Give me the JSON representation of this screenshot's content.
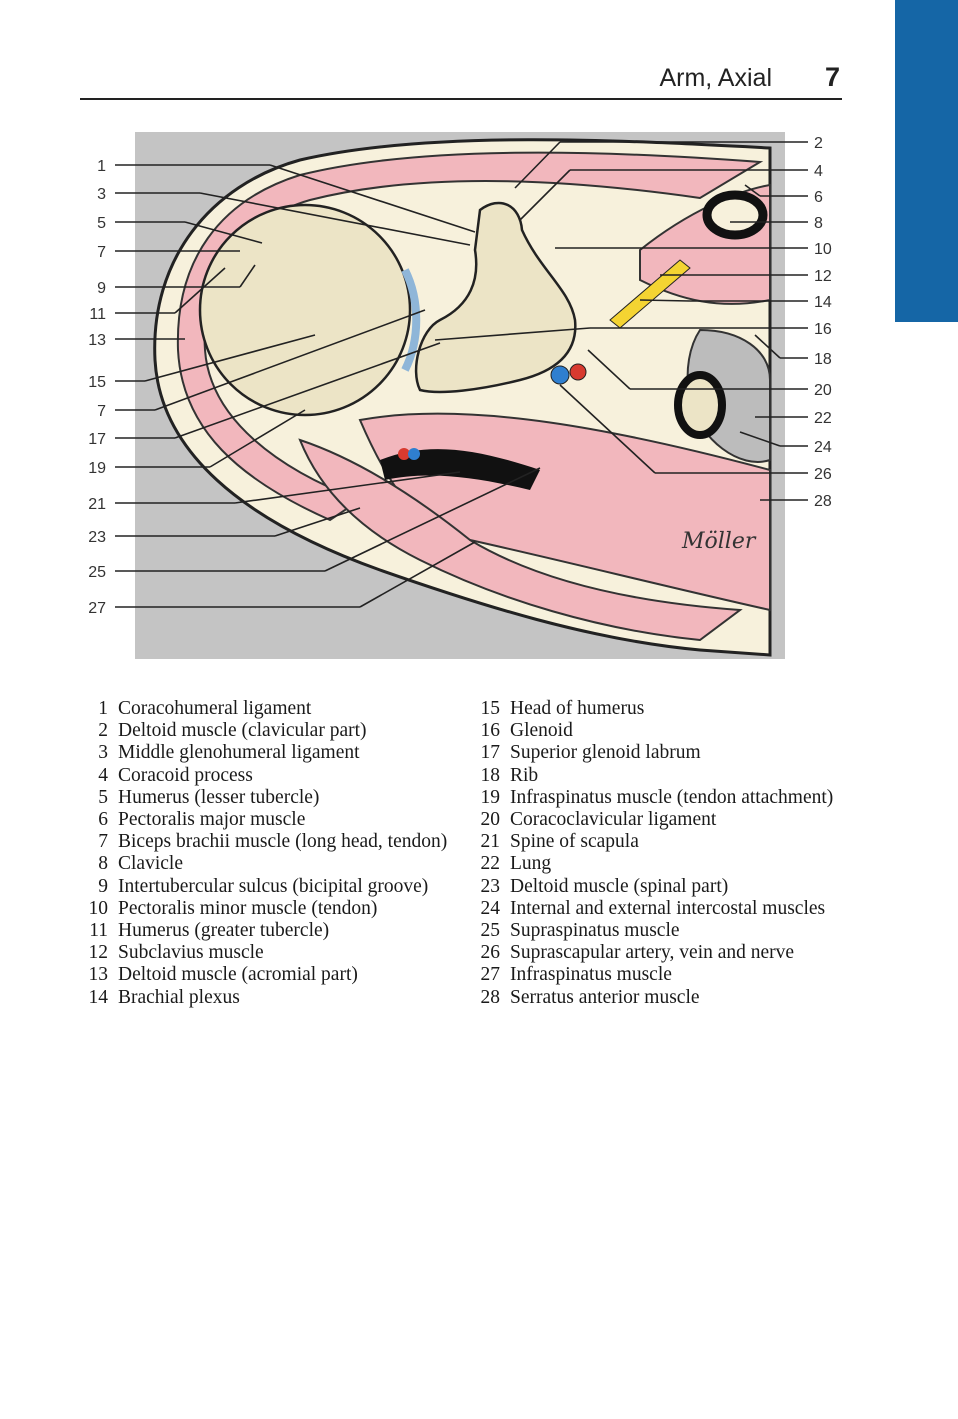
{
  "header": {
    "title": "Arm, Axial",
    "page_number": "7"
  },
  "colors": {
    "tab": "#1566a6",
    "muscle": "#f2b7bd",
    "bone": "#ece4c6",
    "fat": "#f7f1dc",
    "lung": "#bcbcbc",
    "vessel_red": "#d83a2f",
    "vessel_blue": "#2f7fd0",
    "nerve": "#f4d432"
  },
  "signature": "Möller",
  "figure_labels_left": [
    "1",
    "3",
    "5",
    "7",
    "9",
    "11",
    "13",
    "15",
    "7",
    "17",
    "19",
    "21",
    "23",
    "25",
    "27"
  ],
  "figure_labels_right": [
    "2",
    "4",
    "6",
    "8",
    "10",
    "12",
    "14",
    "16",
    "18",
    "20",
    "22",
    "24",
    "26",
    "28"
  ],
  "legend_left": [
    {
      "num": "1",
      "text": "Coracohumeral ligament"
    },
    {
      "num": "2",
      "text": "Deltoid muscle (clavicular part)"
    },
    {
      "num": "3",
      "text": "Middle glenohumeral ligament"
    },
    {
      "num": "4",
      "text": "Coracoid process"
    },
    {
      "num": "5",
      "text": "Humerus (lesser tubercle)"
    },
    {
      "num": "6",
      "text": "Pectoralis major muscle"
    },
    {
      "num": "7",
      "text": "Biceps brachii muscle (long head, tendon)"
    },
    {
      "num": "8",
      "text": "Clavicle"
    },
    {
      "num": "9",
      "text": "Intertubercular sulcus (bicipital groove)"
    },
    {
      "num": "10",
      "text": "Pectoralis minor muscle (tendon)"
    },
    {
      "num": "11",
      "text": "Humerus (greater tubercle)"
    },
    {
      "num": "12",
      "text": "Subclavius muscle"
    },
    {
      "num": "13",
      "text": "Deltoid muscle (acromial part)"
    },
    {
      "num": "14",
      "text": "Brachial plexus"
    }
  ],
  "legend_right": [
    {
      "num": "15",
      "text": "Head of humerus"
    },
    {
      "num": "16",
      "text": "Glenoid"
    },
    {
      "num": "17",
      "text": "Superior glenoid labrum"
    },
    {
      "num": "18",
      "text": "Rib"
    },
    {
      "num": "19",
      "text": "Infraspinatus muscle (tendon attachment)"
    },
    {
      "num": "20",
      "text": "Coracoclavicular ligament"
    },
    {
      "num": "21",
      "text": "Spine of scapula"
    },
    {
      "num": "22",
      "text": "Lung"
    },
    {
      "num": "23",
      "text": "Deltoid muscle (spinal part)"
    },
    {
      "num": "24",
      "text": "Internal and external intercostal muscles"
    },
    {
      "num": "25",
      "text": "Supraspinatus muscle"
    },
    {
      "num": "26",
      "text": "Suprascapular artery, vein and nerve"
    },
    {
      "num": "27",
      "text": "Infraspinatus muscle"
    },
    {
      "num": "28",
      "text": "Serratus anterior muscle"
    }
  ]
}
